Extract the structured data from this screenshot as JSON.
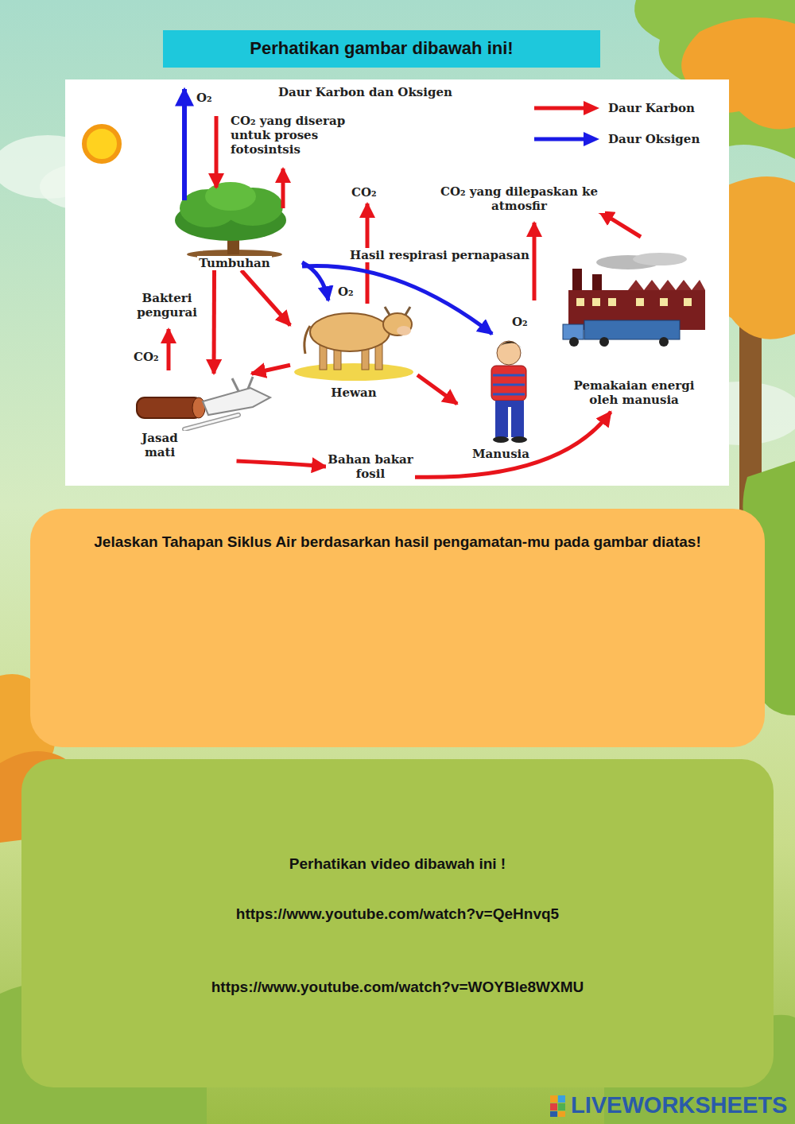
{
  "diagram": {
    "title": "Daur Karbon dan Oksigen",
    "nodes": [
      {
        "text": [
          "Perhatikan gambar dibawah ini!"
        ]
      },
      {
        "text": [
          "Tumbuhan"
        ]
      },
      {
        "text": [
          "Hewan"
        ]
      },
      {
        "text": [
          "Manusia"
        ]
      },
      {
        "text": [
          "Pemakaian energi oleh manusia"
        ]
      },
      {
        "text": [
          "Jasad mati"
        ]
      },
      {
        "text": [
          "Bahan bakar fosil"
        ]
      },
      {
        "text": [
          "Jelaskan Tahapan Siklus Air berdasarkan hasil pengamatan-mu pada gambar diatas!"
        ]
      },
      {
        "text": [
          "Perhatikan video dibawah ini !",
          "https://www.youtube.com/watch?v=QeHnvq5",
          "https://www.youtube.com/watch?v=WOYBle8WXMU"
        ]
      }
    ],
    "edges": [
      {
        "from": 1,
        "to": 2,
        "arrow": "to"
      },
      {
        "from": 1,
        "to": 2,
        "label": "O₂",
        "arrow": "to"
      },
      {
        "from": 1,
        "to": 3,
        "label": "O₂",
        "arrow": "to"
      },
      {
        "from": 1,
        "to": 5,
        "arrow": "to"
      },
      {
        "from": 2,
        "to": 5,
        "arrow": "to"
      },
      {
        "from": 2,
        "to": 3,
        "arrow": "to"
      },
      {
        "from": 5,
        "to": 6,
        "arrow": "to"
      },
      {
        "from": 6,
        "to": 4,
        "arrow": "to"
      }
    ],
    "labels": [
      "O₂",
      "CO₂ yang diserap untuk proses fotosintsis",
      "CO₂",
      "CO₂ yang dilepaskan ke atmosfir",
      "Hasil respirasi pernapasan",
      "Bakteri pengurai",
      "CO₂",
      "LIVEWORKSHEETS"
    ],
    "legend": [
      {
        "text": "Daur Karbon",
        "color": "#e8141b"
      },
      {
        "text": "Daur Oksigen",
        "color": "#1a1ae6"
      }
    ]
  }
}
